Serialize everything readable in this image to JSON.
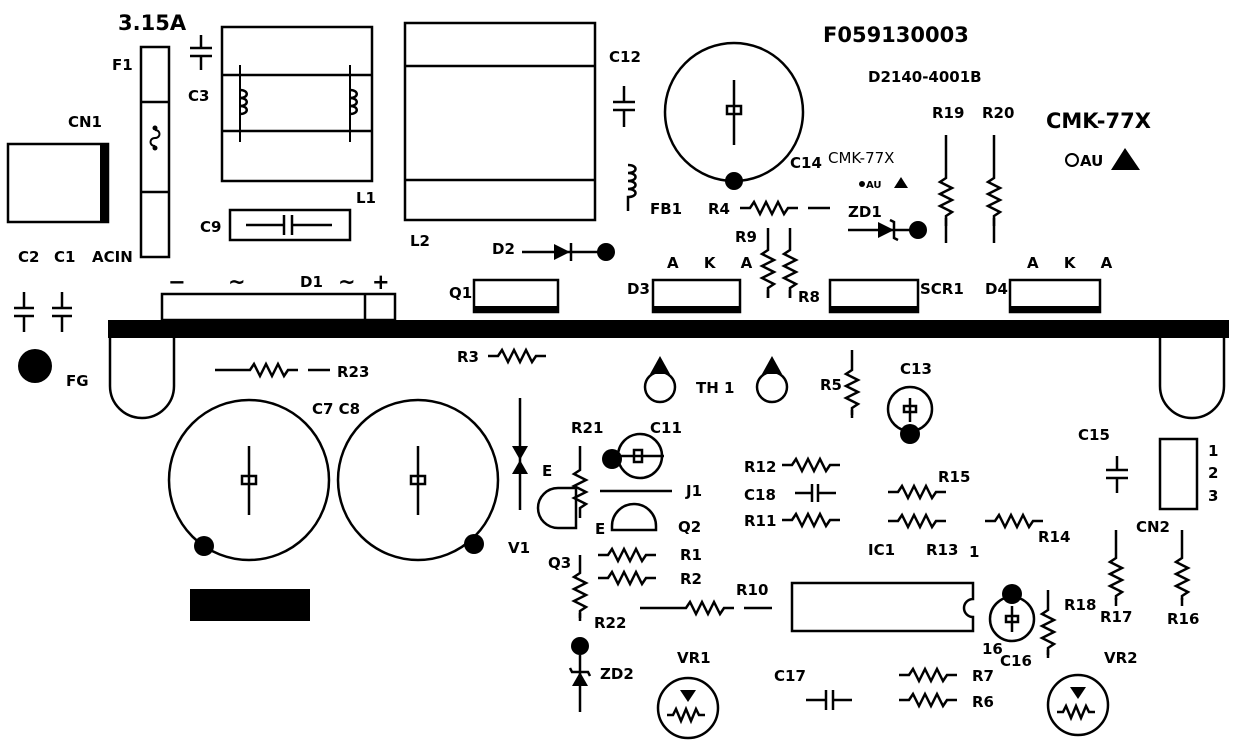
{
  "board": {
    "id": "F059130003",
    "part": "D2140-4001B",
    "model": "CMK-77X",
    "model_small": "CMK-77X"
  },
  "labels": {
    "fuse_rating": "3.15A",
    "F1": "F1",
    "CN1": "CN1",
    "C3": "C3",
    "L1": "L1",
    "C9": "C9",
    "L2": "L2",
    "C2": "C2",
    "C1": "C1",
    "ACIN": "ACIN",
    "FG": "FG",
    "D1": "D1",
    "minus": "−",
    "tilde1": "~",
    "tilde2": "~",
    "plus": "+",
    "R23": "R23",
    "C7C8": "C7 C8",
    "Q1": "Q1",
    "R3": "R3",
    "D2": "D2",
    "C12": "C12",
    "FB1": "FB1",
    "C14": "C14",
    "R4": "R4",
    "ZD1": "ZD1",
    "R9": "R9",
    "R8": "R8",
    "D3": "D3",
    "D3_pins": "A K A",
    "SCR1": "SCR1",
    "D4": "D4",
    "D4_pins": "A K A",
    "R19": "R19",
    "R20": "R20",
    "TH1": "TH 1",
    "R5": "R5",
    "C13": "C13",
    "R21": "R21",
    "C11": "C11",
    "E1": "E",
    "J1": "J1",
    "E2": "E",
    "Q2": "Q2",
    "V1": "V1",
    "Q3": "Q3",
    "R1": "R1",
    "R2": "R2",
    "R22": "R22",
    "ZD2": "ZD2",
    "VR1": "VR1",
    "R12": "R12",
    "C18": "C18",
    "R11": "R11",
    "R10": "R10",
    "R15": "R15",
    "R13": "R13",
    "IC1": "IC1",
    "pin1": "1",
    "R14": "R14",
    "C15": "C15",
    "CN2_pin1": "1",
    "CN2_pin2": "2",
    "CN2_pin3": "3",
    "CN2": "CN2",
    "R17": "R17",
    "R16": "R16",
    "R18": "R18",
    "pin16": "16",
    "C16": "C16",
    "C17": "C17",
    "R7": "R7",
    "R6": "R6",
    "VR2": "VR2"
  }
}
